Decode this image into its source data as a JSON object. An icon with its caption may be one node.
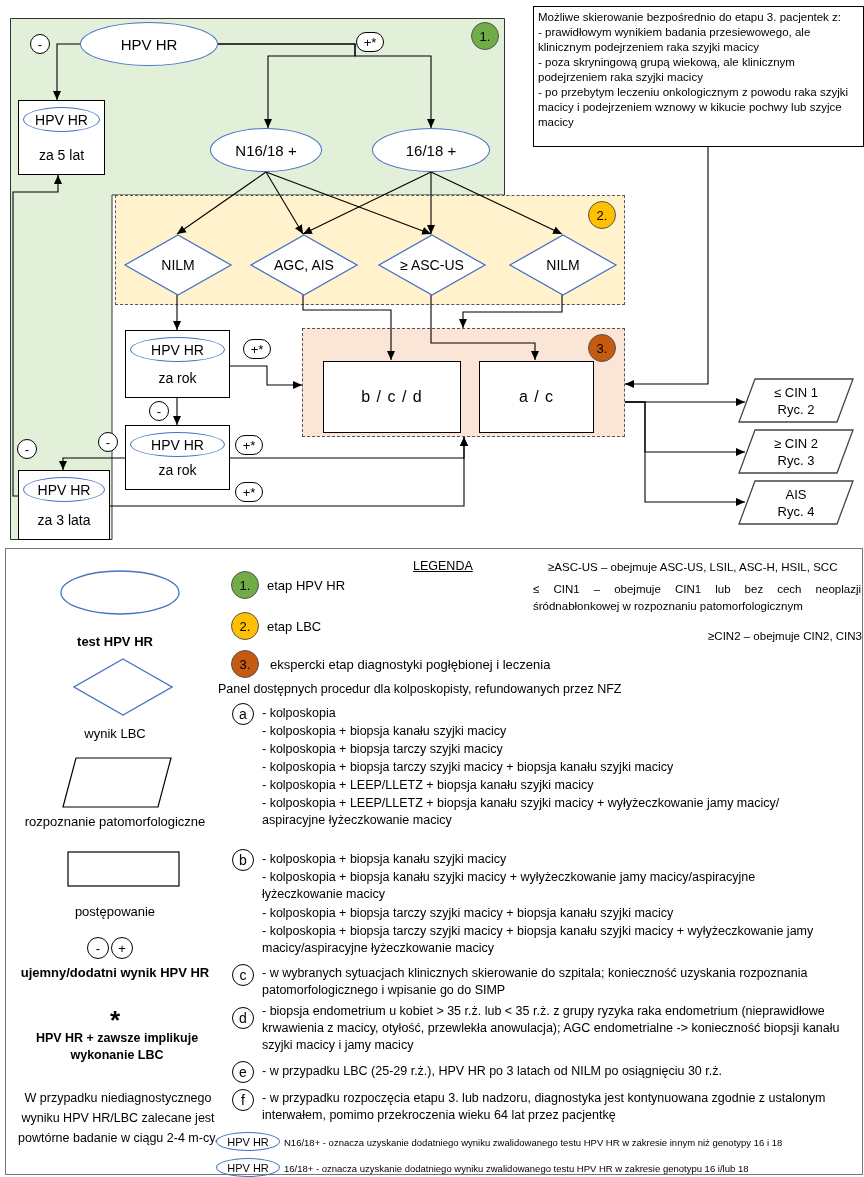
{
  "diagram": {
    "nodes": [
      {
        "text": [
          "1."
        ]
      },
      {
        "text": [
          "HPV HR"
        ],
        "in": 0
      },
      {
        "text": [
          "HPV HR",
          "za 5 lat"
        ],
        "in": 0
      },
      {
        "text": [
          "N16/18 +"
        ],
        "in": 0
      },
      {
        "text": [
          "16/18 +"
        ],
        "in": 0
      },
      {
        "text": [
          "2."
        ]
      },
      {
        "text": [
          "NILM"
        ],
        "in": 5
      },
      {
        "text": [
          "AGC, AIS"
        ],
        "in": 5
      },
      {
        "text": [
          "≥ ASC-US"
        ],
        "in": 5
      },
      {
        "text": [
          "NILM"
        ],
        "in": 5
      },
      {
        "text": [
          "HPV HR",
          "za rok"
        ]
      },
      {
        "text": [
          "HPV HR",
          "za rok"
        ]
      },
      {
        "text": [
          "HPV HR",
          "za 3 lata"
        ],
        "in": 0
      },
      {
        "text": [
          "3."
        ]
      },
      {
        "text": [
          "b / c / d"
        ],
        "in": 13
      },
      {
        "text": [
          "a / c"
        ],
        "in": 13
      },
      {
        "text": [
          "Możliwe skierowanie bezpośrednio do etapu 3. pacjentek z:",
          "- prawidłowym wynikiem badania przesiewowego, ale klinicznym podejrzeniem raka szyjki macicy",
          "- poza skryningową grupą wiekową, ale klinicznym podejrzeniem raka szyjki macicy",
          "- po przebytym leczeniu onkologicznym z powodu raka szyjki macicy i podejrzeniem wznowy w kikucie pochwy lub szyjce macicy"
        ]
      },
      {
        "text": [
          "≤ CIN 1",
          "Ryc. 2"
        ]
      },
      {
        "text": [
          "≥ CIN 2",
          "Ryc. 3"
        ]
      },
      {
        "text": [
          "AIS",
          "Ryc. 4"
        ]
      }
    ],
    "edges": [
      {
        "from": 1,
        "to": 2,
        "arrow": "to",
        "label": "-"
      },
      {
        "from": 1,
        "to": 3,
        "arrow": "to",
        "label": "+*"
      },
      {
        "from": 1,
        "to": 4,
        "arrow": "to"
      },
      {
        "from": 3,
        "to": 6,
        "arrow": "to"
      },
      {
        "from": 3,
        "to": 7,
        "arrow": "to"
      },
      {
        "from": 3,
        "to": 8,
        "arrow": "to"
      },
      {
        "from": 4,
        "to": 7,
        "arrow": "to"
      },
      {
        "from": 4,
        "to": 8,
        "arrow": "to"
      },
      {
        "from": 4,
        "to": 9,
        "arrow": "to"
      },
      {
        "from": 6,
        "to": 10,
        "arrow": "to"
      },
      {
        "from": 7,
        "to": 14,
        "arrow": "to"
      },
      {
        "from": 8,
        "to": 15,
        "arrow": "to"
      },
      {
        "from": 9,
        "to": 13,
        "arrow": "to"
      },
      {
        "from": 10,
        "to": 13,
        "arrow": "to",
        "label": "+*"
      },
      {
        "from": 10,
        "to": 11,
        "arrow": "to",
        "label": "-"
      },
      {
        "from": 11,
        "to": 12,
        "arrow": "to",
        "label": "-"
      },
      {
        "from": 11,
        "to": 13,
        "arrow": "to",
        "label": "+*"
      },
      {
        "from": 12,
        "to": 13,
        "arrow": "to",
        "label": "+*"
      },
      {
        "from": 12,
        "to": 2,
        "arrow": "to",
        "label": "-"
      },
      {
        "from": 16,
        "to": 13,
        "arrow": "to"
      },
      {
        "from": 13,
        "to": 17,
        "arrow": "to"
      },
      {
        "from": 13,
        "to": 18,
        "arrow": "to"
      },
      {
        "from": 13,
        "to": 19,
        "arrow": "to"
      }
    ],
    "labels": [
      "1.",
      "2.",
      "3.",
      "-",
      "+",
      "LEGENDA",
      "≥ASC-US – obejmuje ASC-US, LSIL, ASC-H, HSIL, SCC",
      "≤ CIN1 – obejmuje CIN1 lub bez cech neoplazji śródnabłonkowej w rozpoznaniu patomorfologicznym",
      "≥CIN2 – obejmuje CIN2, CIN3",
      "Panel dostępnych procedur dla kolposkopisty, refundowanych przez NFZ",
      "a",
      "- kolposkopia",
      "- kolposkopia + biopsja kanału szyjki macicy",
      "- kolposkopia + biopsja tarczy szyjki macicy",
      "- kolposkopia + biopsja tarczy szyjki macicy + biopsja kanału szyjki macicy",
      "- kolposkopia + LEEP/LLETZ + biopsja kanału szyjki macicy",
      "- kolposkopia + LEEP/LLETZ + biopsja kanału szyjki macicy + wyłyżeczkowanie jamy macicy/ aspiracyjne łyżeczkowanie macicy",
      "b",
      "- kolposkopia + biopsja kanału szyjki macicy",
      "- kolposkopia + biopsja kanału szyjki macicy + wyłyżeczkowanie jamy macicy/aspiracyjne łyżeczkowanie macicy",
      "- kolposkopia + biopsja tarczy szyjki macicy + biopsja kanału szyjki macicy",
      "- kolposkopia + biopsja tarczy szyjki macicy + biopsja kanału szyjki macicy + wyłyżeczkowanie jamy macicy/aspiracyjne łyżeczkowanie macicy",
      "c",
      "- w wybranych sytuacjach klinicznych skierowanie do szpitala; konieczność uzyskania rozpoznania patomorfologicznego i wpisanie go do SIMP",
      "d",
      "- biopsja endometrium u kobiet > 35 r.ż. lub < 35 r.ż. z grupy ryzyka raka endometrium (nieprawidłowe krwawienia z macicy, otyłość, przewlekła anowulacja); AGC endometrialne -> konieczność biopsji kanału szyjki macicy i jamy macicy",
      "e",
      "- w przypadku LBC (25-29 r.ż.), HPV HR po 3 latach od NILM po osiągnięciu 30 r.ż.",
      "f",
      "- w przypadku rozpoczęcia etapu 3. lub nadzoru, diagnostyka jest kontynuowana zgodnie z ustalonym interwałem, pomimo przekroczenia wieku 64 lat przez pacjentkę",
      "*",
      "HPV HR + zawsze implikuje wykonanie LBC",
      "W przypadku niediagnostycznego wyniku HPV HR/LBC zalecane jest powtórne badanie w ciągu 2-4 m-cy.",
      "HPV HR",
      "N16/18+ - oznacza uzyskanie dodatniego wyniku zwalidowanego testu HPV HR w zakresie innym niż genotypy 16 i 18",
      "HPV HR",
      "16/18+ - oznacza uzyskanie dodatniego wyniku zwalidowanego testu HPV HR w zakresie genotypu 16 i/lub 18"
    ],
    "legend": [
      {
        "text": "test HPV HR"
      },
      {
        "text": "wynik LBC"
      },
      {
        "text": "rozpoznanie patomorfologiczne"
      },
      {
        "text": "postępowanie"
      },
      {
        "text": "ujemny/dodatni wynik HPV HR"
      },
      {
        "text": "etap HPV HR",
        "color": "#70ad47"
      },
      {
        "text": "etap LBC",
        "color": "#ffc000"
      },
      {
        "text": "ekspercki etap diagnostyki pogłębionej i leczenia",
        "color": "#c55a11"
      }
    ]
  }
}
